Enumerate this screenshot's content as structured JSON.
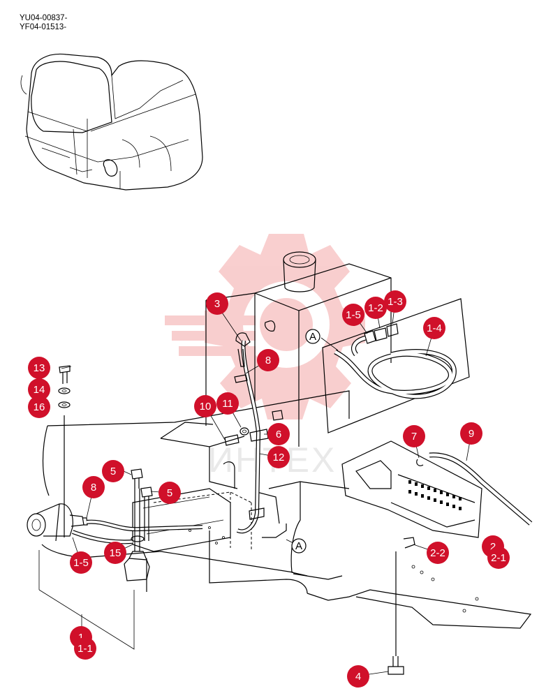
{
  "header": {
    "codes": [
      "YU04-00837-",
      "YF04-01513-"
    ]
  },
  "watermark": {
    "text": "ИНТЕХ",
    "color": "#f4a7a7"
  },
  "colors": {
    "callout": "#d0102a",
    "line": "#000000"
  },
  "reference_marks": [
    {
      "id": "ref-a-upper",
      "label": "A"
    },
    {
      "id": "ref-a-lower",
      "label": "A"
    }
  ],
  "callouts": [
    {
      "id": "c-3",
      "label": "3"
    },
    {
      "id": "c-1-5-top",
      "label": "1-5"
    },
    {
      "id": "c-1-2",
      "label": "1-2"
    },
    {
      "id": "c-1-3",
      "label": "1-3"
    },
    {
      "id": "c-1-4",
      "label": "1-4"
    },
    {
      "id": "c-8-top",
      "label": "8"
    },
    {
      "id": "c-13",
      "label": "13"
    },
    {
      "id": "c-14",
      "label": "14"
    },
    {
      "id": "c-16",
      "label": "16"
    },
    {
      "id": "c-10",
      "label": "10"
    },
    {
      "id": "c-11",
      "label": "11"
    },
    {
      "id": "c-6",
      "label": "6"
    },
    {
      "id": "c-12",
      "label": "12"
    },
    {
      "id": "c-7",
      "label": "7"
    },
    {
      "id": "c-9",
      "label": "9"
    },
    {
      "id": "c-5-left",
      "label": "5"
    },
    {
      "id": "c-5-right",
      "label": "5"
    },
    {
      "id": "c-8-left",
      "label": "8"
    },
    {
      "id": "c-1-5-left",
      "label": "1-5"
    },
    {
      "id": "c-15",
      "label": "15"
    },
    {
      "id": "c-2-2",
      "label": "2-2"
    },
    {
      "id": "c-2",
      "label": "2"
    },
    {
      "id": "c-2-1",
      "label": "2-1"
    },
    {
      "id": "c-1",
      "label": "1"
    },
    {
      "id": "c-1-1",
      "label": "1-1"
    },
    {
      "id": "c-4",
      "label": "4"
    }
  ]
}
